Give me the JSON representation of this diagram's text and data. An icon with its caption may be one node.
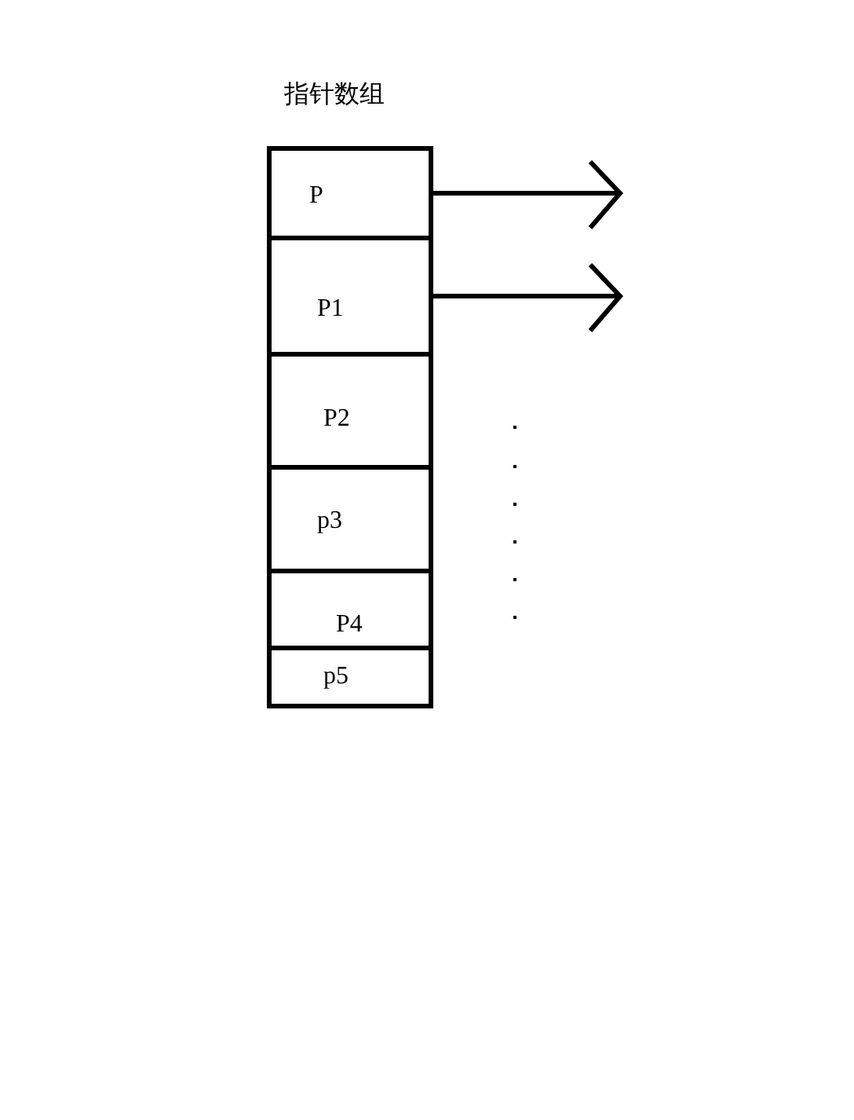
{
  "diagram": {
    "title": "指针数组",
    "nodes": [
      {
        "text": [
          "P"
        ]
      },
      {
        "text": [
          "P1"
        ]
      },
      {
        "text": [
          "P2"
        ]
      },
      {
        "text": [
          "p3"
        ]
      },
      {
        "text": [
          "P4"
        ]
      },
      {
        "text": [
          "p5"
        ]
      }
    ],
    "edges": [
      {
        "from": 0,
        "to": null,
        "arrow": "to"
      },
      {
        "from": 1,
        "to": null,
        "arrow": "to"
      }
    ]
  }
}
